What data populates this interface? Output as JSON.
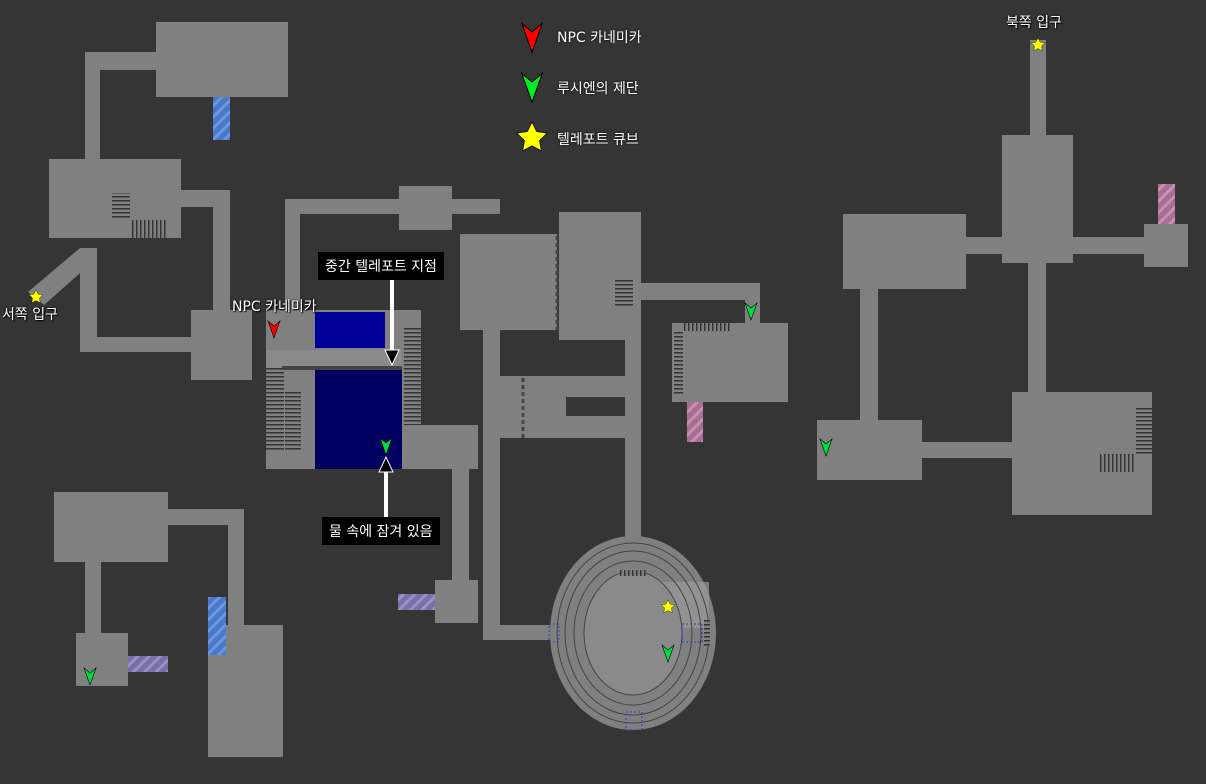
{
  "legend": [
    {
      "label": "NPC 카네미카",
      "icon": "red-arrow-marker",
      "color": "#ff0000"
    },
    {
      "label": "루시엔의 제단",
      "icon": "green-arrow-marker",
      "color": "#00dd44"
    },
    {
      "label": "텔레포트 큐브",
      "icon": "yellow-star",
      "color": "#ffff00"
    }
  ],
  "labels": {
    "north_entrance": "북쪽 입구",
    "west_entrance": "서쪽 입구",
    "npc": "NPC 카네미카",
    "mid_teleport": "중간 텔레포트 지점",
    "underwater": "물 속에 잠겨 있음"
  },
  "colors": {
    "background": "#353535",
    "room": "#808080",
    "water": "#000066",
    "water_light": "#000099"
  }
}
